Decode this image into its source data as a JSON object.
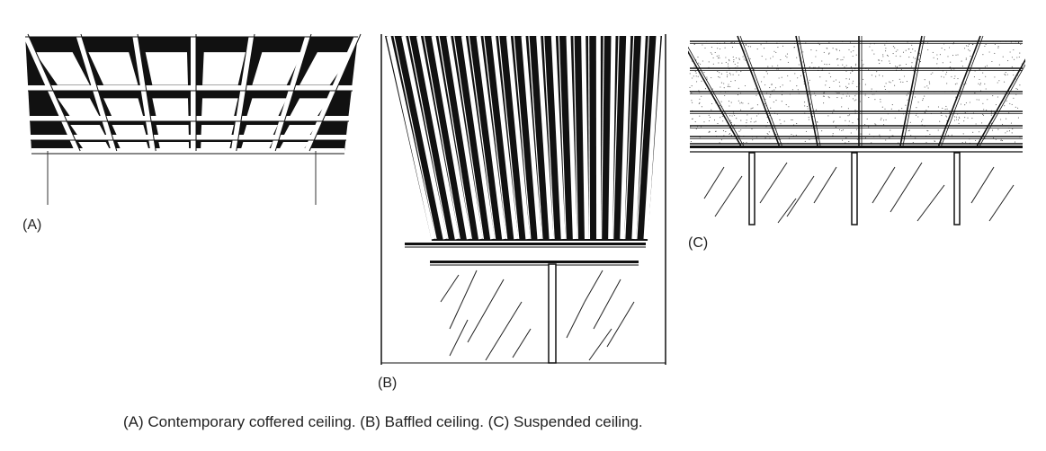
{
  "panels": [
    {
      "id": "A",
      "label": "(A)"
    },
    {
      "id": "B",
      "label": "(B)"
    },
    {
      "id": "C",
      "label": "(C)"
    }
  ],
  "caption": "(A) Contemporary coffered ceiling. (B) Baffled ceiling. (C) Suspended ceiling.",
  "colors": {
    "ink": "#111111",
    "paper": "#ffffff",
    "text": "#222222"
  }
}
